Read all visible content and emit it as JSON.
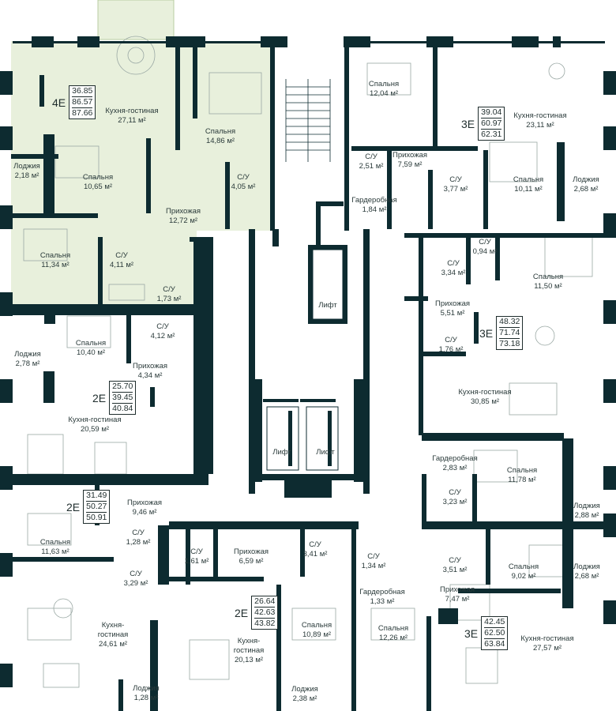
{
  "plan": {
    "lift_label": "Лифт",
    "lifts": [
      {
        "label": "Лифт"
      },
      {
        "label": "Лифт"
      },
      {
        "label": "Лифт"
      }
    ],
    "units": [
      {
        "type": "4E",
        "areas": [
          "36.85",
          "86.57",
          "87.66"
        ],
        "highlighted": true
      },
      {
        "type": "3E",
        "areas": [
          "39.04",
          "60.97",
          "62.31"
        ]
      },
      {
        "type": "3E",
        "areas": [
          "48.32",
          "71.74",
          "73.18"
        ]
      },
      {
        "type": "2E",
        "areas": [
          "25.70",
          "39.45",
          "40.84"
        ]
      },
      {
        "type": "2E",
        "areas": [
          "31.49",
          "50.27",
          "50.91"
        ]
      },
      {
        "type": "2E",
        "areas": [
          "26.64",
          "42.63",
          "43.82"
        ]
      },
      {
        "type": "3E",
        "areas": [
          "42.45",
          "62.50",
          "63.84"
        ]
      }
    ],
    "rooms": [
      {
        "name": "Кухня-гостиная",
        "area": "27,11 м²"
      },
      {
        "name": "Спальня",
        "area": "14,86 м²"
      },
      {
        "name": "Лоджия",
        "area": "2,18 м²"
      },
      {
        "name": "Спальня",
        "area": "10,65 м²"
      },
      {
        "name": "С/У",
        "area": "4,05 м²"
      },
      {
        "name": "Прихожая",
        "area": "12,72 м²"
      },
      {
        "name": "Спальня",
        "area": "11,34 м²"
      },
      {
        "name": "С/У",
        "area": "4,11 м²"
      },
      {
        "name": "С/У",
        "area": "1,73 м²"
      },
      {
        "name": "Спальня",
        "area": "12,04 м²"
      },
      {
        "name": "Кухня-гостиная",
        "area": "23,11 м²"
      },
      {
        "name": "С/У",
        "area": "2,51 м²"
      },
      {
        "name": "Прихожая",
        "area": "7,59 м²"
      },
      {
        "name": "С/У",
        "area": "3,77 м²"
      },
      {
        "name": "Спальня",
        "area": "10,11 м²"
      },
      {
        "name": "Лоджия",
        "area": "2,68 м²"
      },
      {
        "name": "Гардеробная",
        "area": "1,84 м²"
      },
      {
        "name": "С/У",
        "area": "0,94 м²"
      },
      {
        "name": "С/У",
        "area": "3,34 м²"
      },
      {
        "name": "Спальня",
        "area": "11,50 м²"
      },
      {
        "name": "Прихожая",
        "area": "5,51 м²"
      },
      {
        "name": "С/У",
        "area": "1,76 м²"
      },
      {
        "name": "Кухня-гостиная",
        "area": "30,85 м²"
      },
      {
        "name": "Гардеробная",
        "area": "2,83 м²"
      },
      {
        "name": "Спальня",
        "area": "11,78 м²"
      },
      {
        "name": "Лоджия",
        "area": "2,88 м²"
      },
      {
        "name": "С/У",
        "area": "3,23 м²"
      },
      {
        "name": "Спальня",
        "area": "10,40 м²"
      },
      {
        "name": "С/У",
        "area": "4,12 м²"
      },
      {
        "name": "Лоджия",
        "area": "2,78 м²"
      },
      {
        "name": "Прихожая",
        "area": "4,34 м²"
      },
      {
        "name": "Кухня-гостиная",
        "area": "20,59 м²"
      },
      {
        "name": "Прихожая",
        "area": "9,46 м²"
      },
      {
        "name": "Спальня",
        "area": "11,63 м²"
      },
      {
        "name": "С/У",
        "area": "1,28 м²"
      },
      {
        "name": "С/У",
        "area": "3,29 м²"
      },
      {
        "name": "Кухня-\nгостиная",
        "area": "24,61 м²"
      },
      {
        "name": "Лоджия",
        "area": "1,28 м²"
      },
      {
        "name": "С/У",
        "area": "1,61 м²"
      },
      {
        "name": "Прихожая",
        "area": "6,59 м²"
      },
      {
        "name": "С/У",
        "area": "3,41 м²"
      },
      {
        "name": "Кухня-\nгостиная",
        "area": "20,13 м²"
      },
      {
        "name": "Спальня",
        "area": "10,89 м²"
      },
      {
        "name": "Лоджия",
        "area": "2,38 м²"
      },
      {
        "name": "С/У",
        "area": "1,34 м²"
      },
      {
        "name": "Гардеробная",
        "area": "1,33 м²"
      },
      {
        "name": "Спальня",
        "area": "12,26 м²"
      },
      {
        "name": "Прихожая",
        "area": "7,47 м²"
      },
      {
        "name": "С/У",
        "area": "3,51 м²"
      },
      {
        "name": "Спальня",
        "area": "9,02 м²"
      },
      {
        "name": "Лоджия",
        "area": "2,68 м²"
      },
      {
        "name": "Кухня-гостиная",
        "area": "27,57 м²"
      }
    ],
    "colors": {
      "wall": "#0d2b30",
      "highlight_fill": "#e8f0dc",
      "highlight_line": "#b9cca2",
      "furniture": "#9aa8a4",
      "text": "#2a3a3a"
    }
  }
}
